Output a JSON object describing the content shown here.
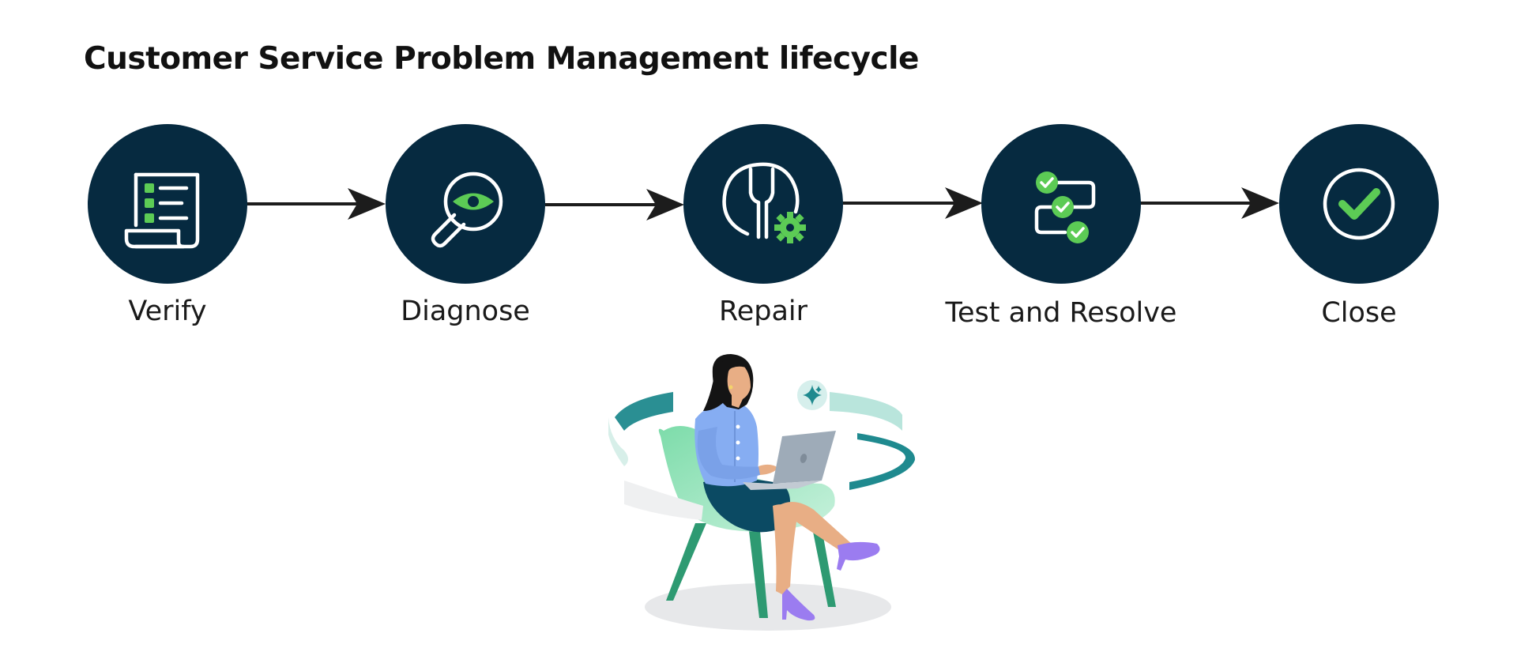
{
  "title": "Customer Service Problem Management lifecycle",
  "steps": [
    {
      "label": "Verify",
      "icon": "checklist-document-icon"
    },
    {
      "label": "Diagnose",
      "icon": "magnifier-eye-icon"
    },
    {
      "label": "Repair",
      "icon": "wrench-gear-icon"
    },
    {
      "label": "Test and Resolve",
      "icon": "checkmark-flow-icon"
    },
    {
      "label": "Close",
      "icon": "check-circle-icon"
    }
  ],
  "colors": {
    "circle": "#062a40",
    "accent": "#5ccb55",
    "arrow": "#1c1c1c",
    "icon_stroke": "#ffffff"
  }
}
